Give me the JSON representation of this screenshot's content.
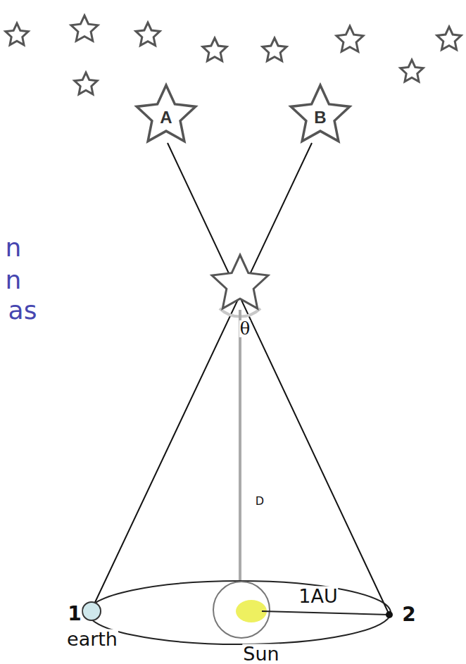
{
  "diagram": {
    "nodes": [
      {
        "text": [
          "A"
        ]
      },
      {
        "text": [
          "B"
        ]
      }
    ],
    "labels": [
      "n",
      "n",
      "as",
      "θ",
      "D",
      "1AU",
      "1",
      "earth",
      "Sun",
      "2"
    ]
  }
}
